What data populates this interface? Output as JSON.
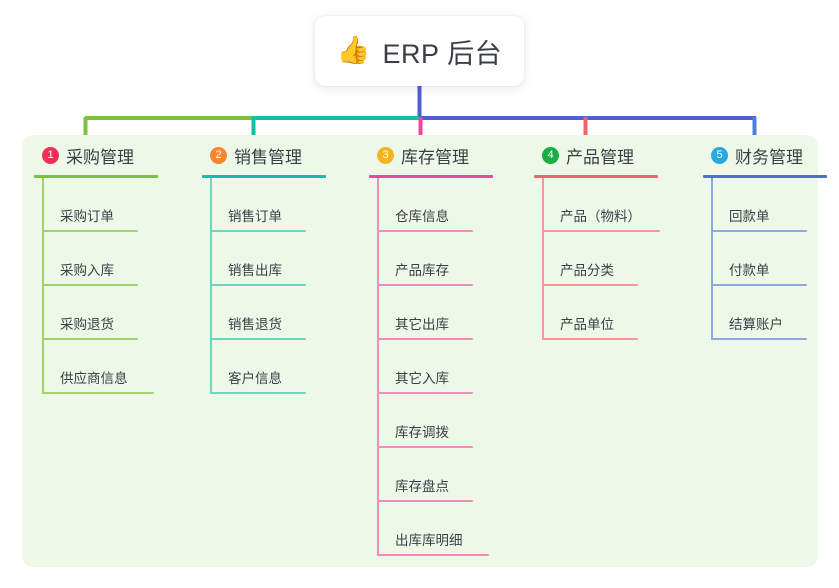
{
  "root": {
    "icon": "thumbs-up-icon",
    "emoji": "👍",
    "title": "ERP 后台"
  },
  "panel": {
    "background_color": "#eef8e8"
  },
  "connector_colors": {
    "trunk": "#4d5fd1",
    "segment_green": "#7cc043",
    "segment_teal": "#12bfa4",
    "segment_blue": "#4d5fd1",
    "drop_1": "#7cc043",
    "drop_2": "#12bfa4",
    "drop_3": "#ec4899",
    "drop_4": "#f4636b",
    "drop_5": "#4d7fe0"
  },
  "columns": [
    {
      "index": "1",
      "title": "采购管理",
      "badge_color": "#ef2f57",
      "line_color": "#7cc043",
      "item_line_color": "#9ed36a",
      "items": [
        {
          "label": "采购订单"
        },
        {
          "label": "采购入库"
        },
        {
          "label": "采购退货"
        },
        {
          "label": "供应商信息"
        }
      ]
    },
    {
      "index": "2",
      "title": "销售管理",
      "badge_color": "#f58634",
      "line_color": "#12bfa4",
      "item_line_color": "#6fd4c4",
      "items": [
        {
          "label": "销售订单"
        },
        {
          "label": "销售出库"
        },
        {
          "label": "销售退货"
        },
        {
          "label": "客户信息"
        }
      ]
    },
    {
      "index": "3",
      "title": "库存管理",
      "badge_color": "#f5b324",
      "line_color": "#ec4899",
      "item_line_color": "#f08cc0",
      "items": [
        {
          "label": "仓库信息"
        },
        {
          "label": "产品库存"
        },
        {
          "label": "其它出库"
        },
        {
          "label": "其它入库"
        },
        {
          "label": "库存调拨"
        },
        {
          "label": "库存盘点"
        },
        {
          "label": "出库库明细"
        }
      ]
    },
    {
      "index": "4",
      "title": "产品管理",
      "badge_color": "#1aad44",
      "line_color": "#f4636b",
      "item_line_color": "#f5969c",
      "items": [
        {
          "label": "产品（物料）"
        },
        {
          "label": "产品分类"
        },
        {
          "label": "产品单位"
        }
      ]
    },
    {
      "index": "5",
      "title": "财务管理",
      "badge_color": "#2aa8e0",
      "line_color": "#4d6fd1",
      "item_line_color": "#8fa7e3",
      "items": [
        {
          "label": "回款单"
        },
        {
          "label": "付款单"
        },
        {
          "label": "结算账户"
        }
      ]
    }
  ]
}
